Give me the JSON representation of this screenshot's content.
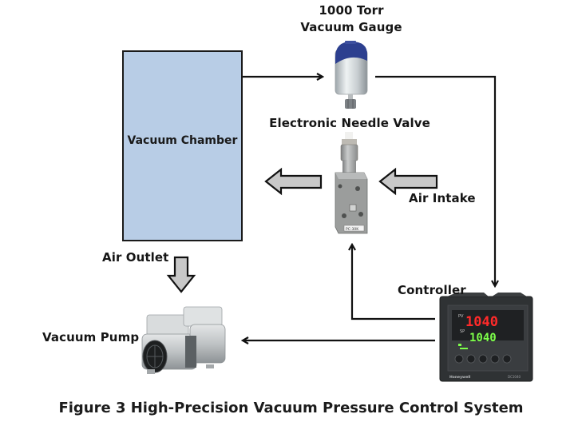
{
  "diagram": {
    "caption": "Figure 3 High-Precision Vacuum Pressure Control System",
    "components": {
      "vacuum_chamber": {
        "label": "Vacuum Chamber",
        "fill": "#b8cde6"
      },
      "vacuum_gauge": {
        "label_line1": "1000 Torr",
        "label_line2": "Vacuum Gauge"
      },
      "needle_valve": {
        "label": "Electronic Needle Valve",
        "plate_text": "PC-30K"
      },
      "controller": {
        "label": "Controller",
        "pv_label": "PV",
        "sp_label": "SP",
        "pv_value": "1040",
        "sp_value": "1040",
        "brand": "Honeywell",
        "model": "DC1040"
      },
      "vacuum_pump": {
        "label": "Vacuum Pump"
      }
    },
    "flow_labels": {
      "air_intake": "Air Intake",
      "air_outlet": "Air Outlet"
    },
    "connections": [
      {
        "from": "Vacuum Chamber",
        "to": "1000 Torr Vacuum Gauge",
        "type": "signal"
      },
      {
        "from": "1000 Torr Vacuum Gauge",
        "to": "Controller",
        "type": "signal"
      },
      {
        "from": "Controller",
        "to": "Electronic Needle Valve",
        "type": "signal"
      },
      {
        "from": "Controller",
        "to": "Vacuum Pump",
        "type": "signal"
      },
      {
        "from": "Air Intake",
        "to": "Electronic Needle Valve",
        "type": "air-flow"
      },
      {
        "from": "Electronic Needle Valve",
        "to": "Vacuum Chamber",
        "type": "air-flow"
      },
      {
        "from": "Vacuum Chamber",
        "to": "Vacuum Pump",
        "type": "air-flow",
        "label": "Air Outlet"
      }
    ],
    "colors": {
      "line": "#111111",
      "flow_arrow_fill": "#c8c8c8",
      "controller_pv": "#ff2a2a",
      "controller_sp": "#7dff4a",
      "gauge_cap": "#2c3f8f"
    }
  }
}
